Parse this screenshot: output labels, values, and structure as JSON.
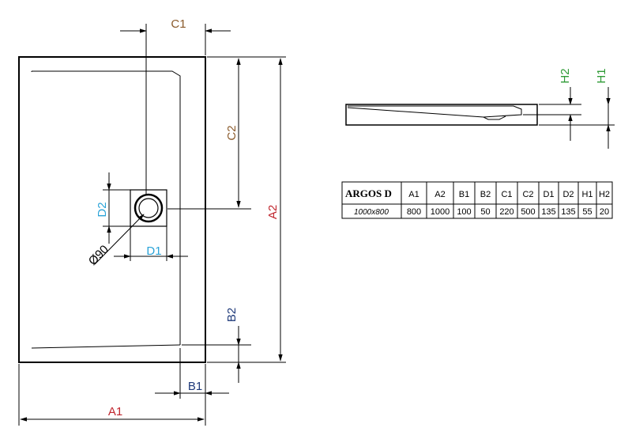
{
  "colors": {
    "a": "#c0262e",
    "b": "#1f3a7a",
    "c": "#8a5a2b",
    "d": "#2aa3d8",
    "h": "#2e9a35",
    "line": "#000000"
  },
  "labels": {
    "a1": "A1",
    "a2": "A2",
    "b1": "B1",
    "b2": "B2",
    "c1": "C1",
    "c2": "C2",
    "d1": "D1",
    "d2": "D2",
    "h1": "H1",
    "h2": "H2",
    "drain_diameter": "Ø90"
  },
  "table": {
    "model": "ARGOS D",
    "size": "1000x800",
    "headers": [
      "A1",
      "A2",
      "B1",
      "B2",
      "C1",
      "C2",
      "D1",
      "D2",
      "H1",
      "H2"
    ],
    "values": [
      "800",
      "1000",
      "100",
      "50",
      "220",
      "500",
      "135",
      "135",
      "55",
      "20"
    ]
  }
}
